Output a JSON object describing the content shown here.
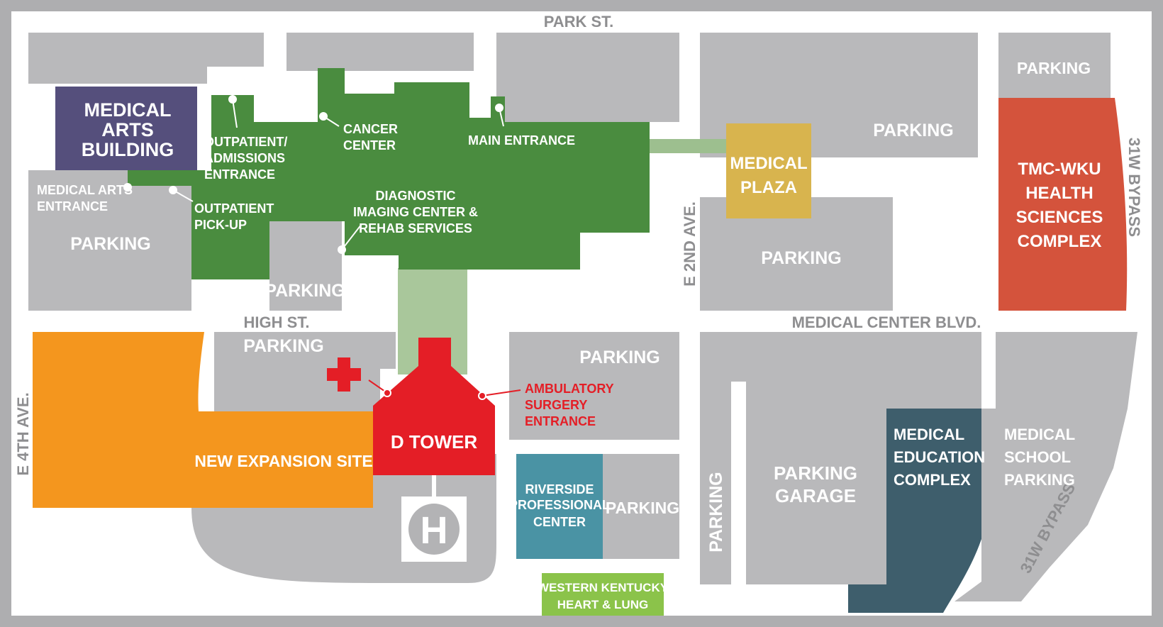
{
  "streets": {
    "park": "PARK ST.",
    "high": "HIGH ST.",
    "medical_center_blvd": "MEDICAL CENTER BLVD.",
    "e_2nd": "E 2ND AVE.",
    "e_4th": "E 4TH AVE.",
    "bypass_top": "31W BYPASS",
    "bypass_bottom": "31W BYPASS"
  },
  "buildings": {
    "medical_arts": [
      "MEDICAL",
      "ARTS",
      "BUILDING"
    ],
    "medical_plaza": [
      "MEDICAL",
      "PLAZA"
    ],
    "tmc_wku": [
      "TMC-WKU",
      "HEALTH",
      "SCIENCES",
      "COMPLEX"
    ],
    "d_tower": "D TOWER",
    "expansion": "NEW EXPANSION SITE",
    "riverside": [
      "RIVERSIDE",
      "PROFESSIONAL",
      "CENTER"
    ],
    "med_education": [
      "MEDICAL",
      "EDUCATION",
      "COMPLEX"
    ],
    "med_school_parking": [
      "MEDICAL",
      "SCHOOL",
      "PARKING"
    ],
    "wk_heart": [
      "WESTERN KENTUCKY",
      "HEART & LUNG"
    ],
    "parking_garage": [
      "PARKING",
      "GARAGE"
    ]
  },
  "entrances": {
    "outpatient_admissions": [
      "OUTPATIENT/",
      "ADMISSIONS",
      "ENTRANCE"
    ],
    "cancer_center": [
      "CANCER",
      "CENTER"
    ],
    "main_entrance": "MAIN ENTRANCE",
    "medical_arts_entrance": [
      "MEDICAL ARTS",
      "ENTRANCE"
    ],
    "outpatient_pickup": [
      "OUTPATIENT",
      "PICK-UP"
    ],
    "diagnostic": [
      "DIAGNOSTIC",
      "IMAGING CENTER &",
      "REHAB SERVICES"
    ],
    "ambulatory": [
      "AMBULATORY",
      "SURGERY",
      "ENTRANCE"
    ]
  },
  "parking_label": "PARKING",
  "heliport": "H",
  "colors": {
    "background": "#d9d9db",
    "block": "#b9b9bb",
    "road": "#ffffff",
    "main_hospital": "#4a8c3f",
    "medical_arts": "#554f7c",
    "medical_plaza": "#d8b44e",
    "tmc_wku": "#d4533c",
    "d_tower": "#e41e26",
    "expansion": "#f4961e",
    "riverside": "#4a93a4",
    "med_education": "#3e5e6c",
    "wk_heart": "#8bc34a"
  }
}
